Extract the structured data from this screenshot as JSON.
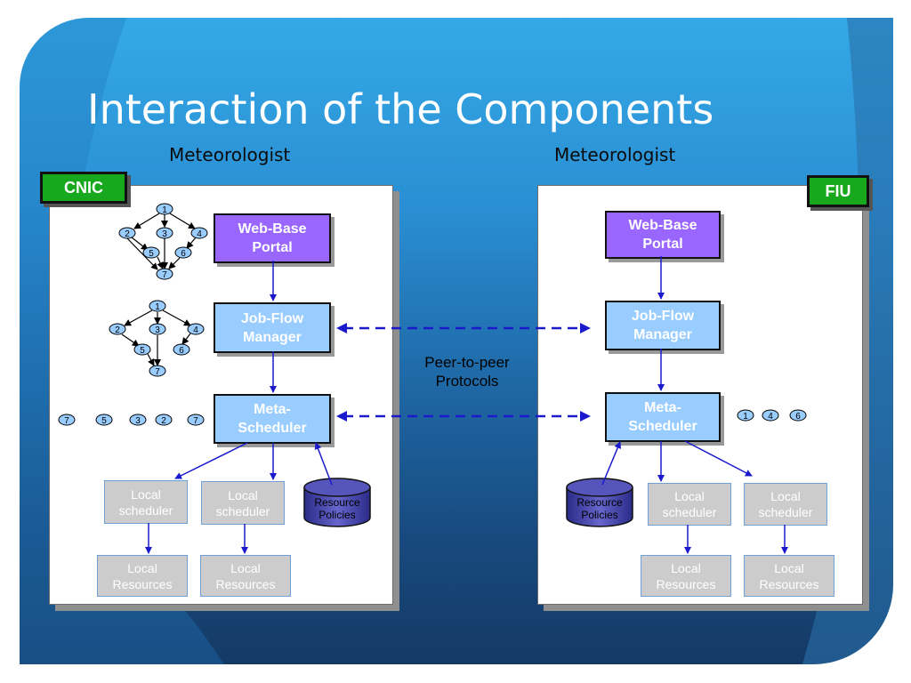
{
  "title": "Interaction of the Components",
  "actors": {
    "left": "Meteorologist",
    "right": "Meteorologist"
  },
  "sites": {
    "left": "CNIC",
    "right": "FIU"
  },
  "components": {
    "portal_line1": "Web-Base",
    "portal_line2": "Portal",
    "jobflow_line1": "Job-Flow",
    "jobflow_line2": "Manager",
    "meta_line1": "Meta-",
    "meta_line2": "Scheduler",
    "local_scheduler_line1": "Local",
    "local_scheduler_line2": "scheduler",
    "local_resources_line1": "Local",
    "local_resources_line2": "Resources",
    "policies_line1": "Resource",
    "policies_line2": "Policies"
  },
  "peer_label": {
    "line1": "Peer-to-peer",
    "line2": "Protocols"
  },
  "workflow_graph_1": {
    "nodes": [
      "1",
      "2",
      "3",
      "4",
      "5",
      "6",
      "7"
    ]
  },
  "workflow_graph_2": {
    "nodes": [
      "1",
      "2",
      "3",
      "4",
      "5",
      "6",
      "7"
    ]
  },
  "left_job_queue": [
    "7",
    "5",
    "3",
    "2",
    "7"
  ],
  "right_job_queue": [
    "1",
    "4",
    "6"
  ],
  "colors": {
    "portal": "#9966ff",
    "component": "#99ccff",
    "site_label": "#18a81e",
    "local": "#cccccc",
    "policies": "#333399",
    "arrow": "#1a1acc",
    "node": "#99ccff"
  }
}
